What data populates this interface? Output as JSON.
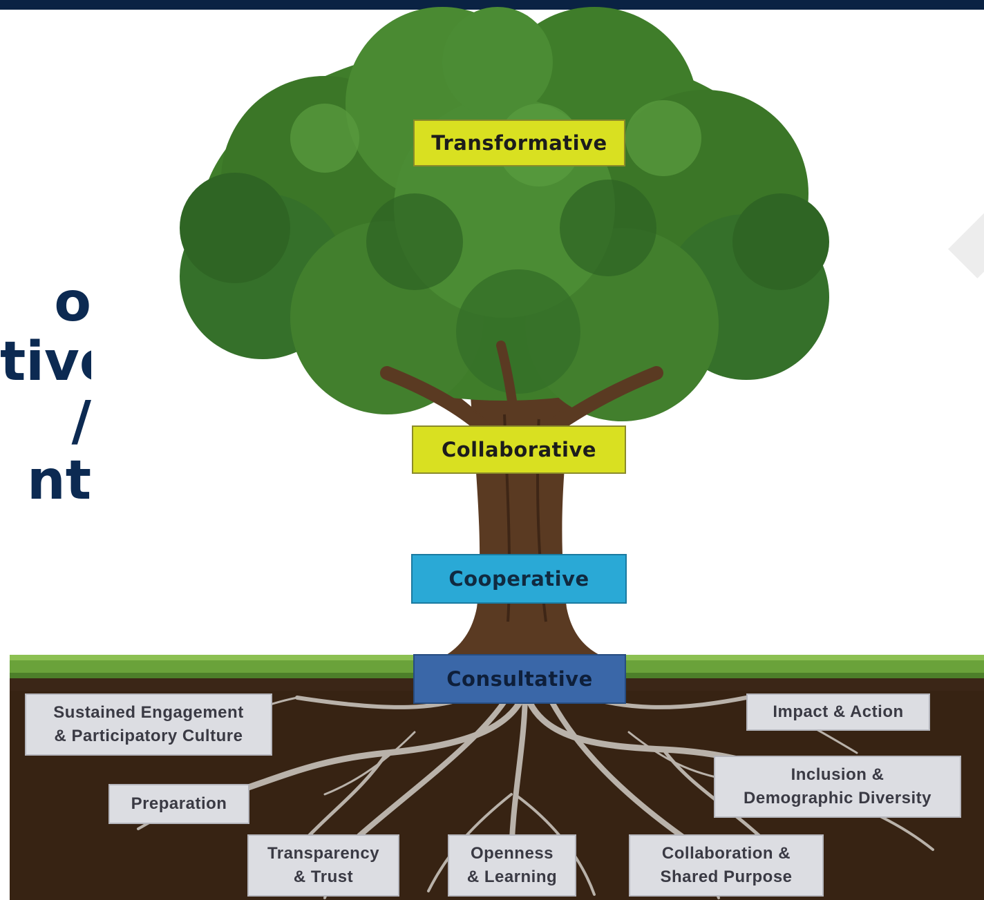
{
  "side_text": [
    "o",
    "tive",
    "/",
    "nt"
  ],
  "tree": {
    "stages": {
      "transformative": "Transformative",
      "collaborative": "Collaborative",
      "cooperative": "Cooperative",
      "consultative": "Consultative"
    },
    "roots": {
      "sustained": [
        "Sustained Engagement",
        "& Participatory Culture"
      ],
      "preparation": "Preparation",
      "transparency": [
        "Transparency",
        "& Trust"
      ],
      "openness": [
        "Openness",
        "& Learning"
      ],
      "collaboration": [
        "Collaboration &",
        "Shared Purpose"
      ],
      "inclusion": [
        "Inclusion &",
        "Demographic Diversity"
      ],
      "impact": "Impact & Action"
    }
  },
  "colors": {
    "header_bar": "#0a2243",
    "stage_yellow": "#d9e021",
    "stage_light_blue": "#2aa9d6",
    "stage_dark_blue": "#3a67a8",
    "foliage": "#3f7d2a",
    "trunk": "#5a3a22",
    "soil": "#3b2617",
    "grass": "#6aa23a",
    "root_label": "#dcdde2"
  }
}
